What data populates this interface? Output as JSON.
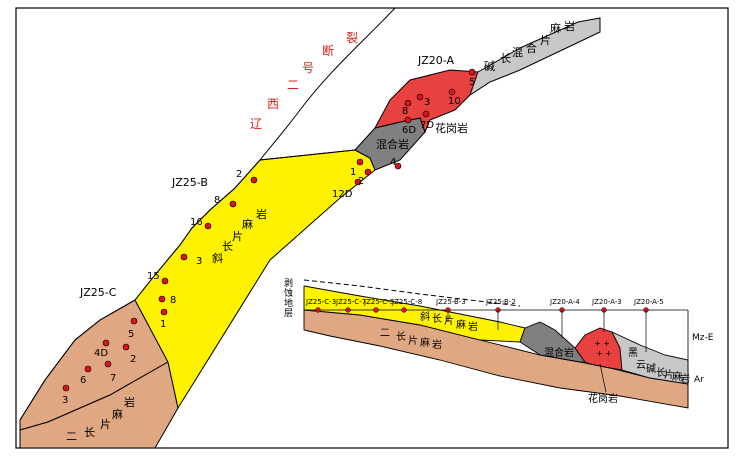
{
  "map": {
    "fault_label": [
      "辽",
      "西",
      "二",
      "号",
      "断",
      "裂"
    ],
    "wells": [
      {
        "id": "jz25c",
        "label": "JZ25-C"
      },
      {
        "id": "jz25b",
        "label": "JZ25-B"
      },
      {
        "id": "jz20a",
        "label": "JZ20-A"
      }
    ],
    "units": {
      "two_mica": [
        "二",
        "长",
        "片",
        "麻",
        "岩"
      ],
      "plagio": [
        "斜",
        "长",
        "片",
        "麻",
        "岩"
      ],
      "migmatite": "混合岩",
      "granite": "花岗岩",
      "alkali": [
        "碱",
        "长",
        "混",
        "合",
        "片",
        "麻",
        "岩"
      ]
    },
    "samples": {
      "c": [
        "1",
        "8",
        "15",
        "5",
        "4D",
        "2",
        "6",
        "7",
        "3"
      ],
      "b": [
        "16",
        "3",
        "8",
        "2"
      ],
      "b_east": [
        "1",
        "2",
        "12D",
        "4"
      ],
      "a": [
        "3",
        "8",
        "7D",
        "6D",
        "10",
        "5"
      ]
    },
    "colors": {
      "two_mica": "#e0a882",
      "plagio": "#fff200",
      "migmatite": "#808080",
      "granite": "#e8413f",
      "alkali": "#c8c8c8",
      "dot": "#d8141c",
      "fault_text": "#e02020"
    }
  },
  "section": {
    "left_label": [
      "剥",
      "蚀",
      "地",
      "层"
    ],
    "wells": [
      "JZ25-C-3",
      "JZ25-C-7",
      "JZ25-C-5",
      "JZ25-C-8",
      "JZ25-B-3",
      "JZ25-B-2",
      "JZ20-A-4",
      "JZ20-A-3",
      "JZ20-A-5"
    ],
    "right_top": "Mz-E",
    "right_bottom": "Ar",
    "units": {
      "two_mica": [
        "二",
        "长",
        "片",
        "麻",
        "岩"
      ],
      "plagio": [
        "斜",
        "长",
        "片",
        "麻",
        "岩"
      ],
      "migmatite": "混合岩",
      "granite": "花岗岩",
      "mica": [
        "黑",
        "云"
      ],
      "alkali": [
        "碱",
        "长",
        "片",
        "麻",
        "岩"
      ]
    }
  }
}
